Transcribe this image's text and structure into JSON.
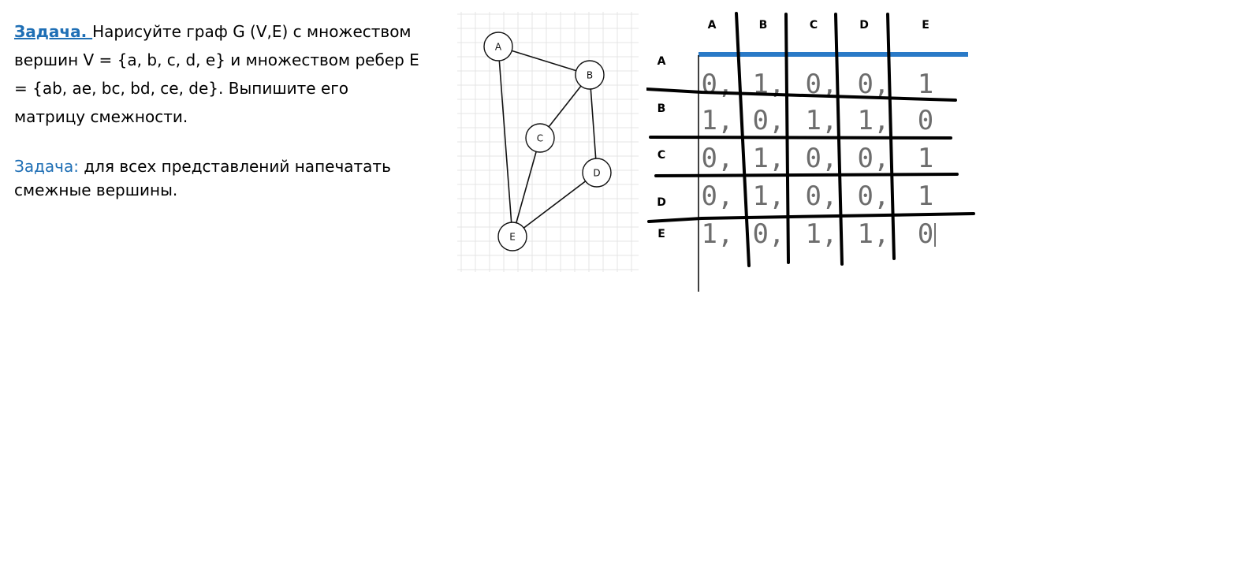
{
  "task1": {
    "label": "Задача. ",
    "text": "Нарисуйте граф G (V,E) с множеством вершин V = {a, b, c, d, e} и множеством ребер E = {ab, ae, bc, bd, ce, de}. Выпишите его матрицу смежности."
  },
  "task2": {
    "label": "Задача:",
    "text": " для всех представлений напечатать смежные вершины."
  },
  "graph": {
    "nodes": [
      {
        "id": "A",
        "label": "A"
      },
      {
        "id": "B",
        "label": "B"
      },
      {
        "id": "C",
        "label": "C"
      },
      {
        "id": "D",
        "label": "D"
      },
      {
        "id": "E",
        "label": "E"
      }
    ],
    "edges": [
      [
        "A",
        "B"
      ],
      [
        "A",
        "E"
      ],
      [
        "B",
        "C"
      ],
      [
        "B",
        "D"
      ],
      [
        "C",
        "E"
      ],
      [
        "D",
        "E"
      ]
    ]
  },
  "matrix": {
    "col_headers": [
      "A",
      "B",
      "C",
      "D",
      "E"
    ],
    "row_headers": [
      "A",
      "B",
      "C",
      "D",
      "E"
    ],
    "rows": [
      [
        "0,",
        "1,",
        "0,",
        "0,",
        "1"
      ],
      [
        "1,",
        "0,",
        "1,",
        "1,",
        "0"
      ],
      [
        "0,",
        "1,",
        "0,",
        "0,",
        "1"
      ],
      [
        "0,",
        "1,",
        "0,",
        "0,",
        "1"
      ],
      [
        "1,",
        "0,",
        "1,",
        "1,",
        "0"
      ]
    ],
    "accent_color": "#2a7ac7"
  }
}
